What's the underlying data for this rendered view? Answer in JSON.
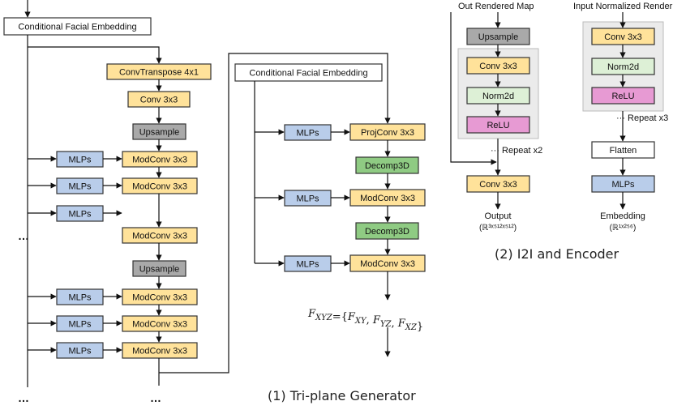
{
  "colors": {
    "yellow": "#FFE29A",
    "blue": "#B9CDEA",
    "gray": "#A9A9A9",
    "green": "#8FCB83",
    "lightgreen": "#DDF0D6",
    "pink": "#E79AD3",
    "white": "#FFFFFF",
    "groupbg": "#EBEBEB"
  },
  "gen": {
    "cfe": "Conditional Facial Embedding",
    "convT": "ConvTranspose 4x1",
    "conv1": "Conv 3x3",
    "up1": "Upsample",
    "mod1": "ModConv 3x3",
    "mod2": "ModConv 3x3",
    "mod3": "ModConv 3x3",
    "up2": "Upsample",
    "mod4": "ModConv 3x3",
    "mod5": "ModConv 3x3",
    "mod6": "ModConv 3x3",
    "mlp": "MLPs",
    "dots": "…"
  },
  "tri": {
    "cfe": "Conditional Facial Embedding",
    "proj": "ProjConv 3x3",
    "dec1": "Decomp3D",
    "mod1": "ModConv 3x3",
    "dec2": "Decomp3D",
    "mod2": "ModConv 3x3",
    "mlp": "MLPs",
    "formula": "F_XYZ={F_XY, F_YZ, F_XZ}"
  },
  "i2i": {
    "title": "Out Rendered Map",
    "upsample": "Upsample",
    "conv": "Conv 3x3",
    "norm": "Norm2d",
    "relu": "ReLU",
    "repeat": "Repeat x2",
    "conv_out": "Conv 3x3",
    "output": "Output",
    "output_dim": "(ℝ³ˣ⁵¹²ˣ⁵¹²)"
  },
  "enc": {
    "title": "Input Normalized Render",
    "conv": "Conv 3x3",
    "norm": "Norm2d",
    "relu": "ReLU",
    "repeat": "Repeat x3",
    "flatten": "Flatten",
    "mlps": "MLPs",
    "embedding": "Embedding",
    "embedding_dim": "(ℝ¹ˣ²⁵⁶)"
  },
  "captions": {
    "c1": "(1) Tri-plane Generator",
    "c2": "(2) I2I and Encoder"
  }
}
